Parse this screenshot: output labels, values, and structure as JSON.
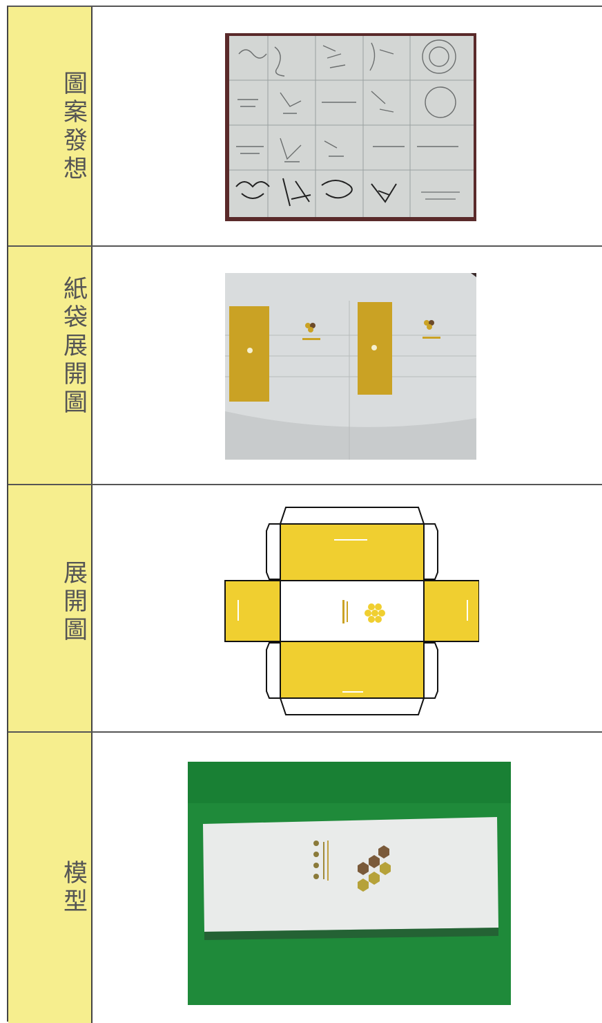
{
  "rows": [
    {
      "label": "圖案發想",
      "image": "hand-drawn-sketch-sheet"
    },
    {
      "label": "紙袋展開圖",
      "image": "paper-bag-dieline-print"
    },
    {
      "label": "展開圖",
      "image": "box-dieline"
    },
    {
      "label": "模型",
      "image": "box-model-photo"
    }
  ],
  "colors": {
    "label_bg": "#f6ee8e",
    "honey_yellow": "#f0cf30",
    "mustard": "#caa224",
    "green_bg": "#1f8a3a"
  }
}
